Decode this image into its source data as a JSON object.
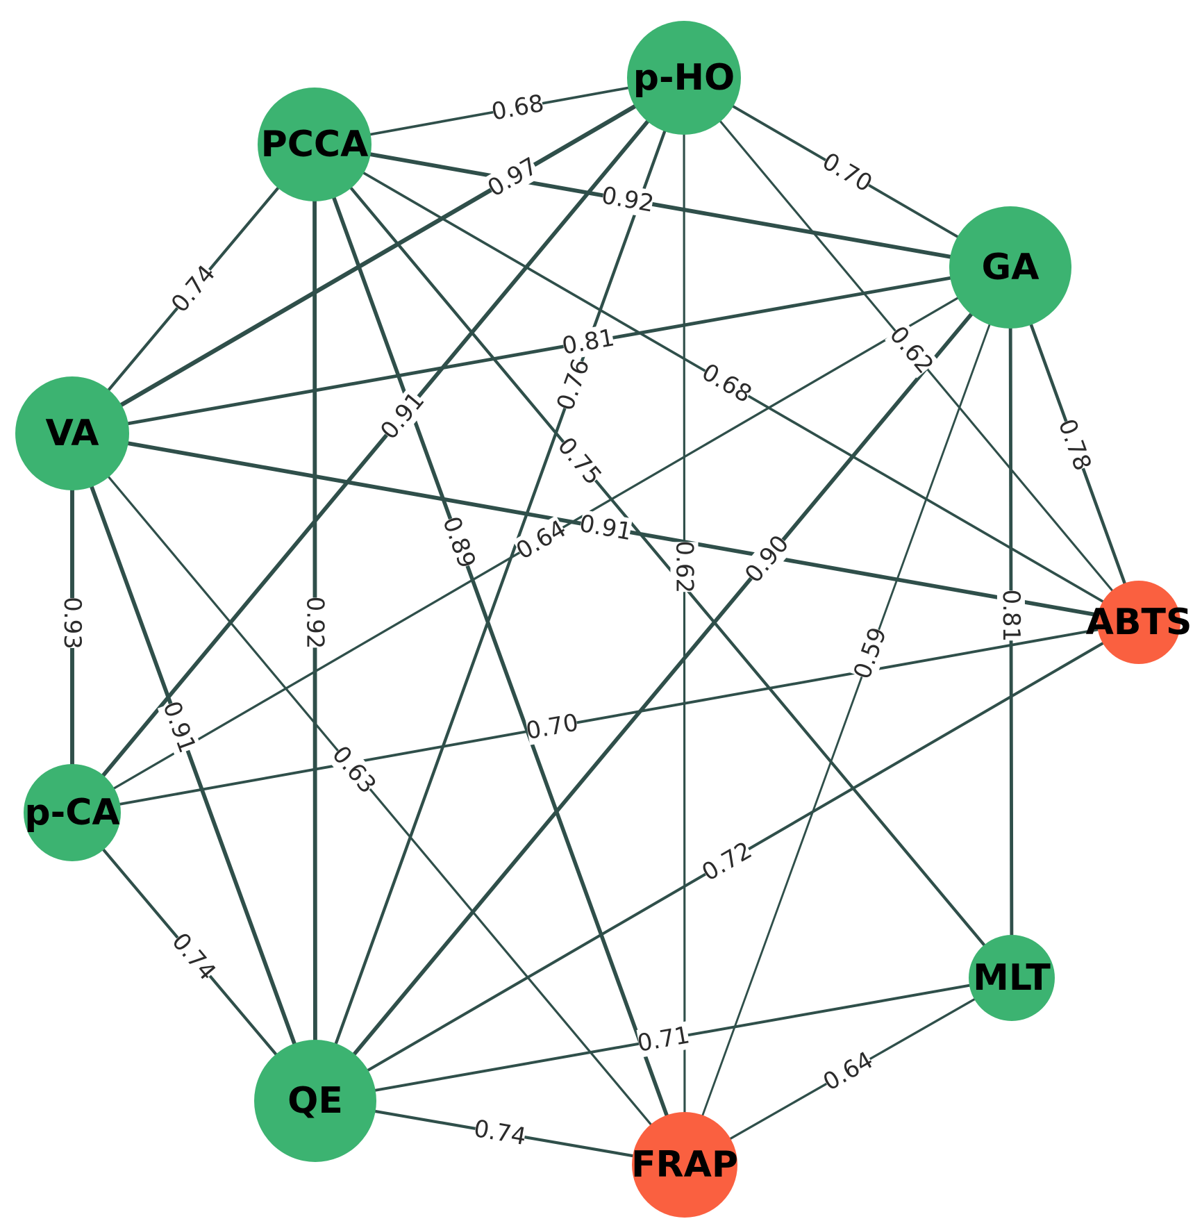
{
  "colors": {
    "edge": "#2f4f4a",
    "compound_node": "#3cb371",
    "assay_node": "#fa6040",
    "label": "#000000"
  },
  "nodes": [
    {
      "id": "p-HO",
      "label": "p-HO",
      "kind": "compound"
    },
    {
      "id": "PCCA",
      "label": "PCCA",
      "kind": "compound"
    },
    {
      "id": "GA",
      "label": "GA",
      "kind": "compound"
    },
    {
      "id": "VA",
      "label": "VA",
      "kind": "compound"
    },
    {
      "id": "ABTS",
      "label": "ABTS",
      "kind": "assay"
    },
    {
      "id": "p-CA",
      "label": "p-CA",
      "kind": "compound"
    },
    {
      "id": "MLT",
      "label": "MLT",
      "kind": "compound"
    },
    {
      "id": "QE",
      "label": "QE",
      "kind": "compound"
    },
    {
      "id": "FRAP",
      "label": "FRAP",
      "kind": "assay"
    }
  ],
  "edges": [
    {
      "source": "PCCA",
      "target": "p-HO",
      "weight": "0.68"
    },
    {
      "source": "p-HO",
      "target": "GA",
      "weight": "0.70"
    },
    {
      "source": "PCCA",
      "target": "GA",
      "weight": "0.92"
    },
    {
      "source": "PCCA",
      "target": "VA",
      "weight": "0.74"
    },
    {
      "source": "p-HO",
      "target": "VA",
      "weight": "0.97"
    },
    {
      "source": "GA",
      "target": "VA",
      "weight": "0.81"
    },
    {
      "source": "p-HO",
      "target": "ABTS",
      "weight": "0.62"
    },
    {
      "source": "PCCA",
      "target": "ABTS",
      "weight": "0.68"
    },
    {
      "source": "GA",
      "target": "ABTS",
      "weight": "0.78"
    },
    {
      "source": "p-HO",
      "target": "p-CA",
      "weight": "0.91"
    },
    {
      "source": "GA",
      "target": "p-CA",
      "weight": "0.64"
    },
    {
      "source": "PCCA",
      "target": "MLT",
      "weight": "0.75"
    },
    {
      "source": "VA",
      "target": "ABTS",
      "weight": "0.91"
    },
    {
      "source": "VA",
      "target": "p-CA",
      "weight": "0.93"
    },
    {
      "source": "PCCA",
      "target": "QE",
      "weight": "0.92"
    },
    {
      "source": "PCCA",
      "target": "FRAP",
      "weight": "0.89"
    },
    {
      "source": "p-HO",
      "target": "QE",
      "weight": "0.76"
    },
    {
      "source": "p-HO",
      "target": "FRAP",
      "weight": "0.62"
    },
    {
      "source": "GA",
      "target": "QE",
      "weight": "0.90"
    },
    {
      "source": "GA",
      "target": "MLT",
      "weight": "0.81"
    },
    {
      "source": "p-CA",
      "target": "ABTS",
      "weight": "0.70"
    },
    {
      "source": "GA",
      "target": "FRAP",
      "weight": "0.59"
    },
    {
      "source": "VA",
      "target": "QE",
      "weight": "0.91"
    },
    {
      "source": "VA",
      "target": "FRAP",
      "weight": "0.63"
    },
    {
      "source": "QE",
      "target": "ABTS",
      "weight": "0.72"
    },
    {
      "source": "p-CA",
      "target": "QE",
      "weight": "0.74"
    },
    {
      "source": "QE",
      "target": "MLT",
      "weight": "0.71"
    },
    {
      "source": "QE",
      "target": "FRAP",
      "weight": "0.74"
    },
    {
      "source": "FRAP",
      "target": "MLT",
      "weight": "0.64"
    }
  ]
}
